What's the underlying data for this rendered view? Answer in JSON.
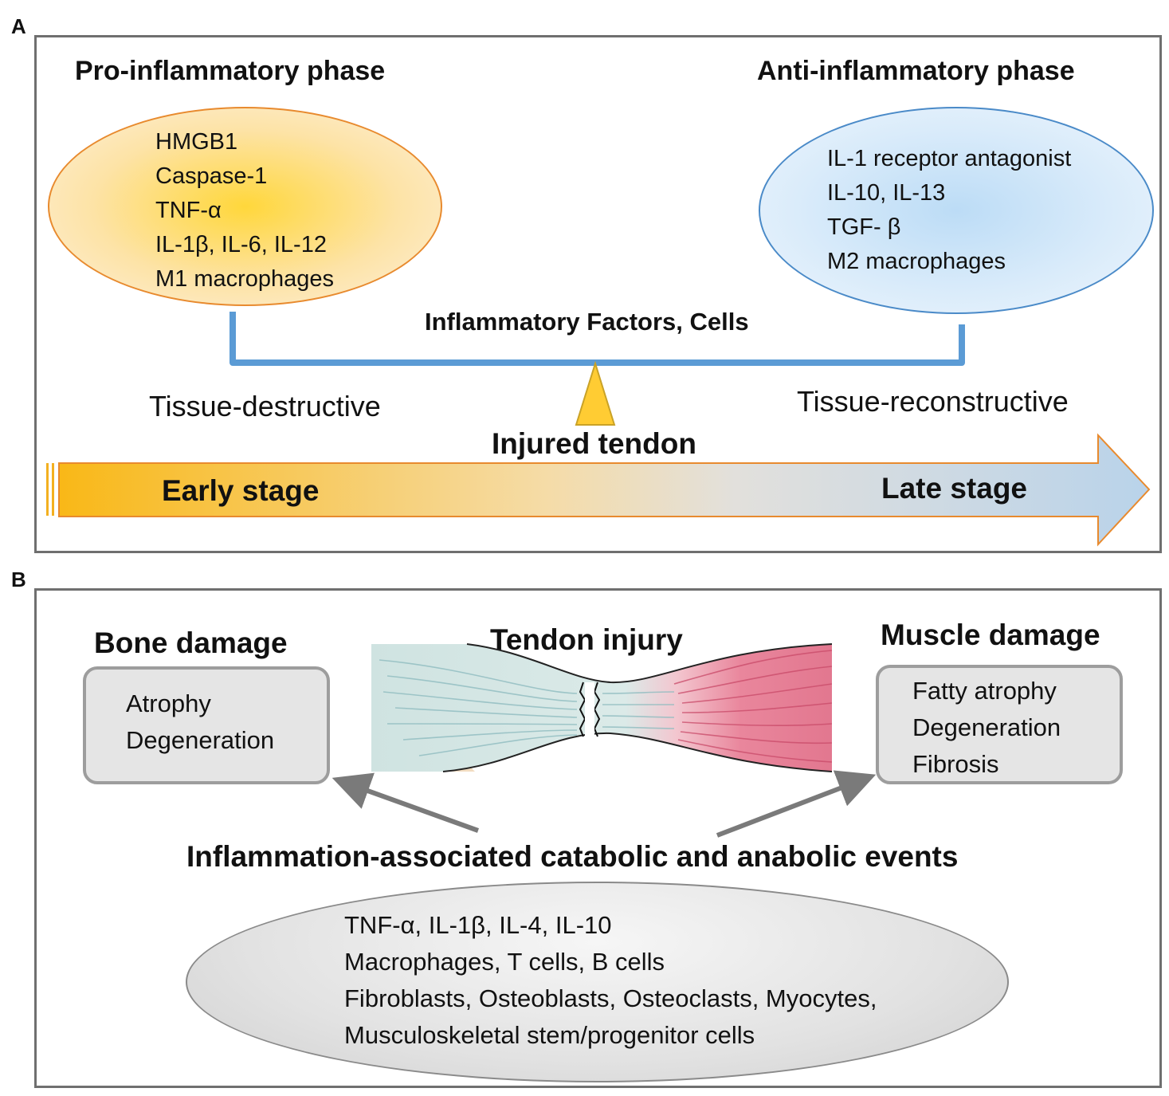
{
  "panel_a": {
    "letter": "A",
    "left": {
      "title": "Pro-inflammatory phase",
      "items": [
        "HMGB1",
        "Caspase-1",
        "TNF-α",
        "IL-1β, IL-6, IL-12",
        "M1 macrophages"
      ],
      "effect": "Tissue-destructive",
      "color": "#ffd73b"
    },
    "right": {
      "title": "Anti-inflammatory phase",
      "items": [
        "IL-1 receptor antagonist",
        "IL-10, IL-13",
        "TGF- β",
        "M2 macrophages"
      ],
      "effect": "Tissue-reconstructive",
      "color": "#bcdcf6"
    },
    "balance_label": "Inflammatory Factors, Cells",
    "fulcrum_label": "Injured tendon",
    "arrow": {
      "start_label": "Early stage",
      "end_label": "Late stage",
      "start_color": "#f9b817",
      "end_color": "#b9d3ea"
    }
  },
  "panel_b": {
    "letter": "B",
    "center_title": "Tendon injury",
    "left": {
      "title": "Bone damage",
      "items": [
        "Atrophy",
        "Degeneration"
      ]
    },
    "right": {
      "title": "Muscle damage",
      "items": [
        "Fatty atrophy",
        "Degeneration",
        "Fibrosis"
      ]
    },
    "events_label": "Inflammation-associated catabolic and anabolic events",
    "events_items": [
      "TNF-α, IL-1β, IL-4, IL-10",
      "Macrophages, T cells, B cells",
      "Fibroblasts, Osteoblasts, Osteoclasts, Myocytes,",
      "Musculoskeletal  stem/progenitor cells"
    ]
  }
}
